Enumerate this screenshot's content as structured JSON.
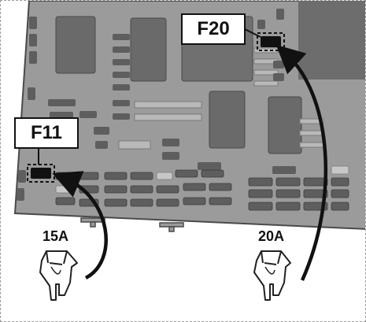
{
  "diagram": {
    "callouts": {
      "f20": "F20",
      "f11": "F11"
    },
    "ratings": {
      "left": "15A",
      "right": "20A"
    },
    "colors": {
      "board": "#9b9b9b",
      "board_edge": "#4a4a4a",
      "component": "#5e5e5e",
      "component_light": "#b9b9b9",
      "highlight": "#111111",
      "outline": "#111111"
    }
  }
}
